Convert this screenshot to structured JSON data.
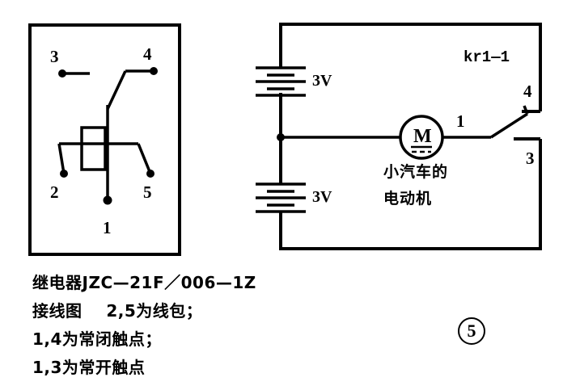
{
  "figure": {
    "number_label": "5",
    "background_color": "#ffffff",
    "line_color": "#000000"
  },
  "relay_panel": {
    "name": "relay-wiring-diagram",
    "terminals": [
      {
        "id": "3",
        "label": "3",
        "role": "normally-open-contact"
      },
      {
        "id": "4",
        "label": "4",
        "role": "normally-closed-contact"
      },
      {
        "id": "2",
        "label": "2",
        "role": "coil"
      },
      {
        "id": "5",
        "label": "5",
        "role": "coil"
      },
      {
        "id": "1",
        "label": "1",
        "role": "common-pole"
      }
    ]
  },
  "circuit": {
    "name": "motor-drive-circuit",
    "batteries": [
      {
        "id": "battery-top",
        "label": "3V"
      },
      {
        "id": "battery-bottom",
        "label": "3V"
      }
    ],
    "motor": {
      "symbol": "M",
      "label_line1": "小汽车的",
      "label_line2": "电动机"
    },
    "relay_contact": {
      "tag": "kr1—1",
      "pole_label": "1",
      "nc_label": "4",
      "no_label": "3"
    }
  },
  "caption": {
    "lines": [
      "继电器JZC—21F／006—1Z",
      "接线图    2,5为线包；",
      "1,4为常闭触点；",
      "1,3为常开触点"
    ]
  }
}
